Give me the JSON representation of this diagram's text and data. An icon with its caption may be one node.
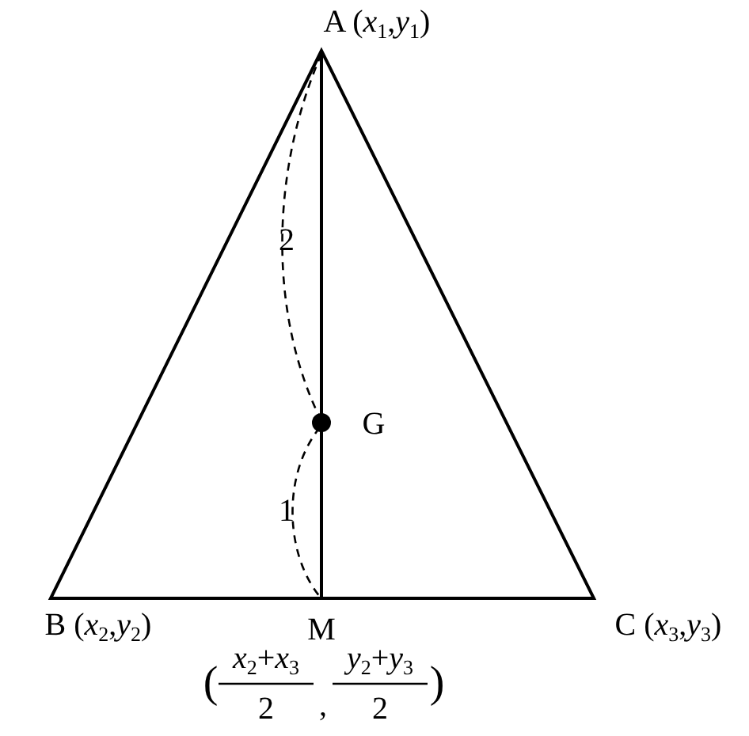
{
  "diagram": {
    "labels": [
      "A (*x*$_{1}$,*y*$_{1}$)",
      "2",
      "G",
      "1",
      "B (*x*$_{2}$,*y*$_{2}$)",
      "M",
      "C (*x*$_{3}$,*y*$_{3}$)",
      "(",
      "*x*$_{2}$+*x*$_{3}$",
      "2",
      ",",
      "*y*$_{2}$+*y*$_{3}$",
      "2",
      ")"
    ]
  }
}
